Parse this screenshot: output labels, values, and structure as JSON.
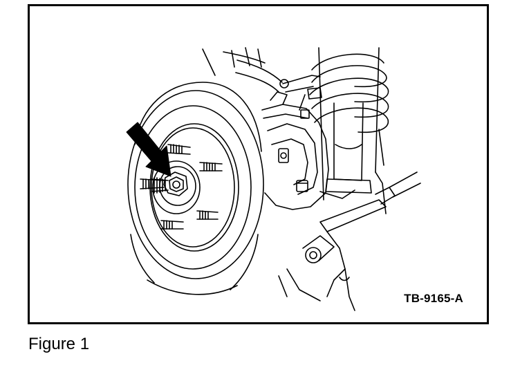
{
  "figure": {
    "part_code": "TB-9165-A",
    "caption": "Figure 1",
    "icon": "wheel-hub-rotor-illustration",
    "pointer": "arrow-pointing-to-hub-nut"
  }
}
